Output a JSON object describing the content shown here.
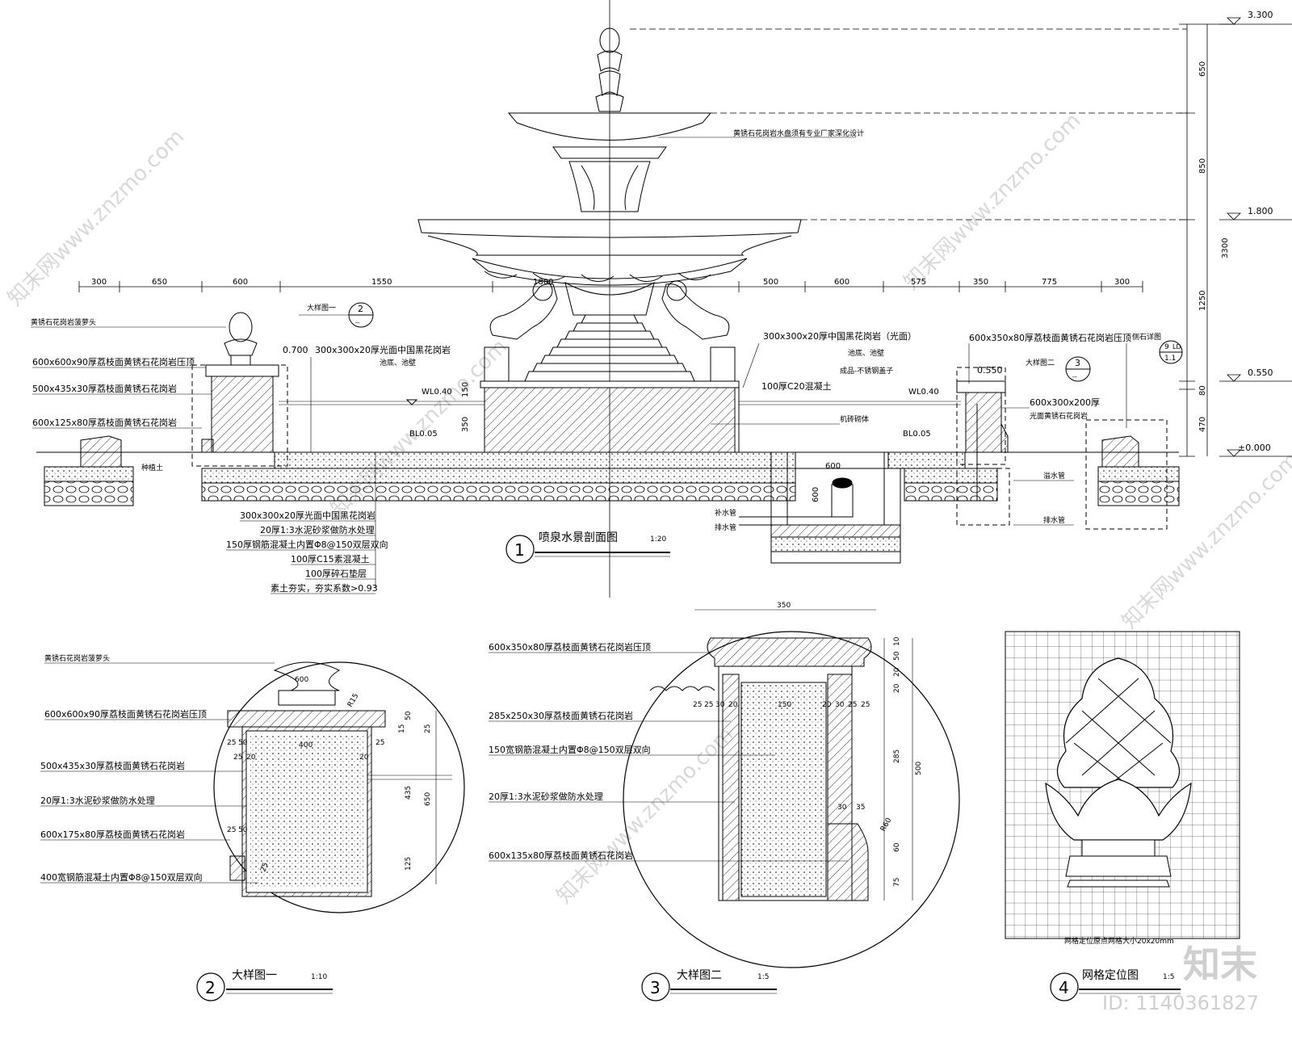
{
  "elevations": {
    "top": "3.300",
    "mid": "1.800",
    "rim": "0.550",
    "base": "±0.000"
  },
  "rise_dims": [
    "650",
    "850",
    "1250",
    "80",
    "470"
  ],
  "total_height": "3300",
  "plan_dims_left": [
    "300",
    "650",
    "600",
    "1550"
  ],
  "plan_dims_center": "1800",
  "plan_dims_right": [
    "500",
    "600",
    "575",
    "350",
    "775",
    "300"
  ],
  "water_levels": {
    "left_wl": "WL0.40",
    "right_wl": "WL0.40",
    "left_bl": "BL0.05",
    "right_bl": "BL0.05"
  },
  "section_notes": {
    "fountain": "黄锈石花岗岩水盘须有专业厂家深化设计",
    "pool_left_top": "0.700",
    "pool_right_top": "0.550",
    "pool_paving": "300x300x20厚光面中国黑花岗岩",
    "pool_paving2": "池底、池壁",
    "center_label": "300x300x20厚中国黑花岗岩（光面）",
    "center_label2": "池底、池壁",
    "concrete": "100厚C20混凝土",
    "pipe": "成品-不锈钢盖子",
    "brick": "机砖砌体",
    "pump_pit": "600",
    "pit_depth": "600",
    "in_pipe": "补水管",
    "out_pipe": "排水管",
    "overflow": "溢水管",
    "drain": "排水管",
    "backfill": "种植土",
    "side_detail": "侧石详图",
    "side_detail_num": "9",
    "side_detail_sheet": "LD",
    "side_detail_sub": "1.1"
  },
  "left_callouts": [
    "黄锈石花岗岩菠萝头",
    "600x600x90厚荔枝面黄锈石花岗岩压顶",
    "500x435x30厚荔枝面黄锈石花岗岩",
    "600x125x80厚荔枝面黄锈石花岗岩"
  ],
  "right_callouts": [
    "600x350x80厚荔枝面黄锈石花岗岩压顶",
    "600x300x200厚",
    "光面黄锈石花岗岩"
  ],
  "detail_refs": {
    "ref1_label": "大样图一",
    "ref1_num": "2",
    "ref1_sub": "--",
    "ref2_label": "大样图二",
    "ref2_num": "3",
    "ref2_sub": "--"
  },
  "layers": [
    "300x300x20厚光面中国黑花岗岩",
    "20厚1:3水泥砂浆做防水处理",
    "150厚钢筋混凝土内置Φ8@150双层双向",
    "100厚C15素混凝土",
    "100厚碎石垫层",
    "素土夯实，夯实系数>0.93"
  ],
  "titles": [
    {
      "num": "1",
      "name": "喷泉水景剖面图",
      "scale": "1:20"
    },
    {
      "num": "2",
      "name": "大样图一",
      "scale": "1:10"
    },
    {
      "num": "3",
      "name": "大样图二",
      "scale": "1:5"
    },
    {
      "num": "4",
      "name": "网格定位图",
      "scale": "1:5"
    }
  ],
  "detail2": {
    "callouts": [
      "黄锈石花岗岩菠萝头",
      "600x600x90厚荔枝面黄锈石花岗岩压顶",
      "500x435x30厚荔枝面黄锈石花岗岩",
      "20厚1:3水泥砂浆做防水处理",
      "600x175x80厚荔枝面黄锈石花岗岩",
      "400宽钢筋混凝土内置Φ8@150双层双向"
    ],
    "dims": [
      "600",
      "R15",
      "50",
      "15",
      "25",
      "25",
      "50",
      "25",
      "20",
      "400",
      "20",
      "25",
      "435",
      "650",
      "25",
      "50",
      "125",
      "25"
    ]
  },
  "detail3": {
    "callouts": [
      "600x350x80厚荔枝面黄锈石花岗岩压顶",
      "285x250x30厚荔枝面黄锈石花岗岩",
      "150宽钢筋混凝土内置Φ8@150双层双向",
      "20厚1:3水泥砂浆做防水处理",
      "600x135x80厚荔枝面黄锈石花岗岩"
    ],
    "dims": [
      "350",
      "10",
      "50",
      "20",
      "20",
      "285",
      "500",
      "25",
      "25",
      "30",
      "20",
      "150",
      "20",
      "30",
      "25",
      "25",
      "30",
      "35",
      "R60",
      "60",
      "75"
    ]
  },
  "grid_note": "网格定位原点网格大小20x20mm",
  "watermark": "知末网www.znzmo.com",
  "brand": "知末",
  "id_text": "ID: 1140361827"
}
